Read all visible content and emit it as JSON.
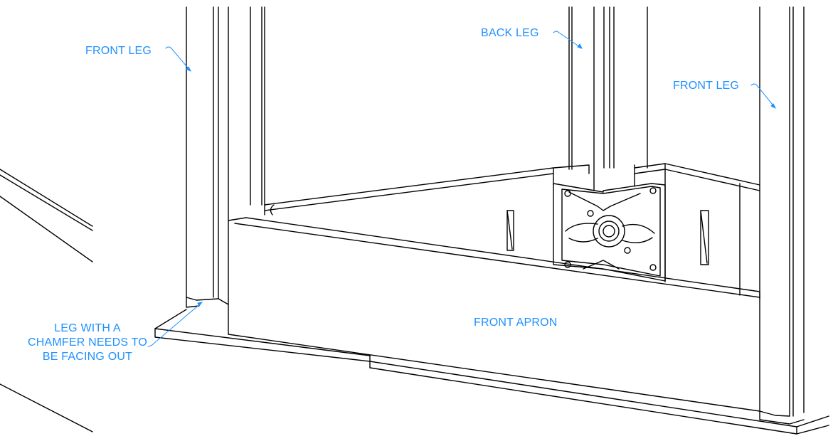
{
  "labels": {
    "front_leg_left": "FRONT LEG",
    "back_leg": "BACK LEG",
    "front_leg_right": "FRONT LEG",
    "front_apron": "FRONT APRON",
    "chamfer_note": [
      "LEG WITH A",
      "CHAMFER NEEDS TO",
      "BE FACING OUT"
    ]
  },
  "colors": {
    "annotation": "#1e90ff",
    "linework": "#000000",
    "background": "#ffffff"
  }
}
